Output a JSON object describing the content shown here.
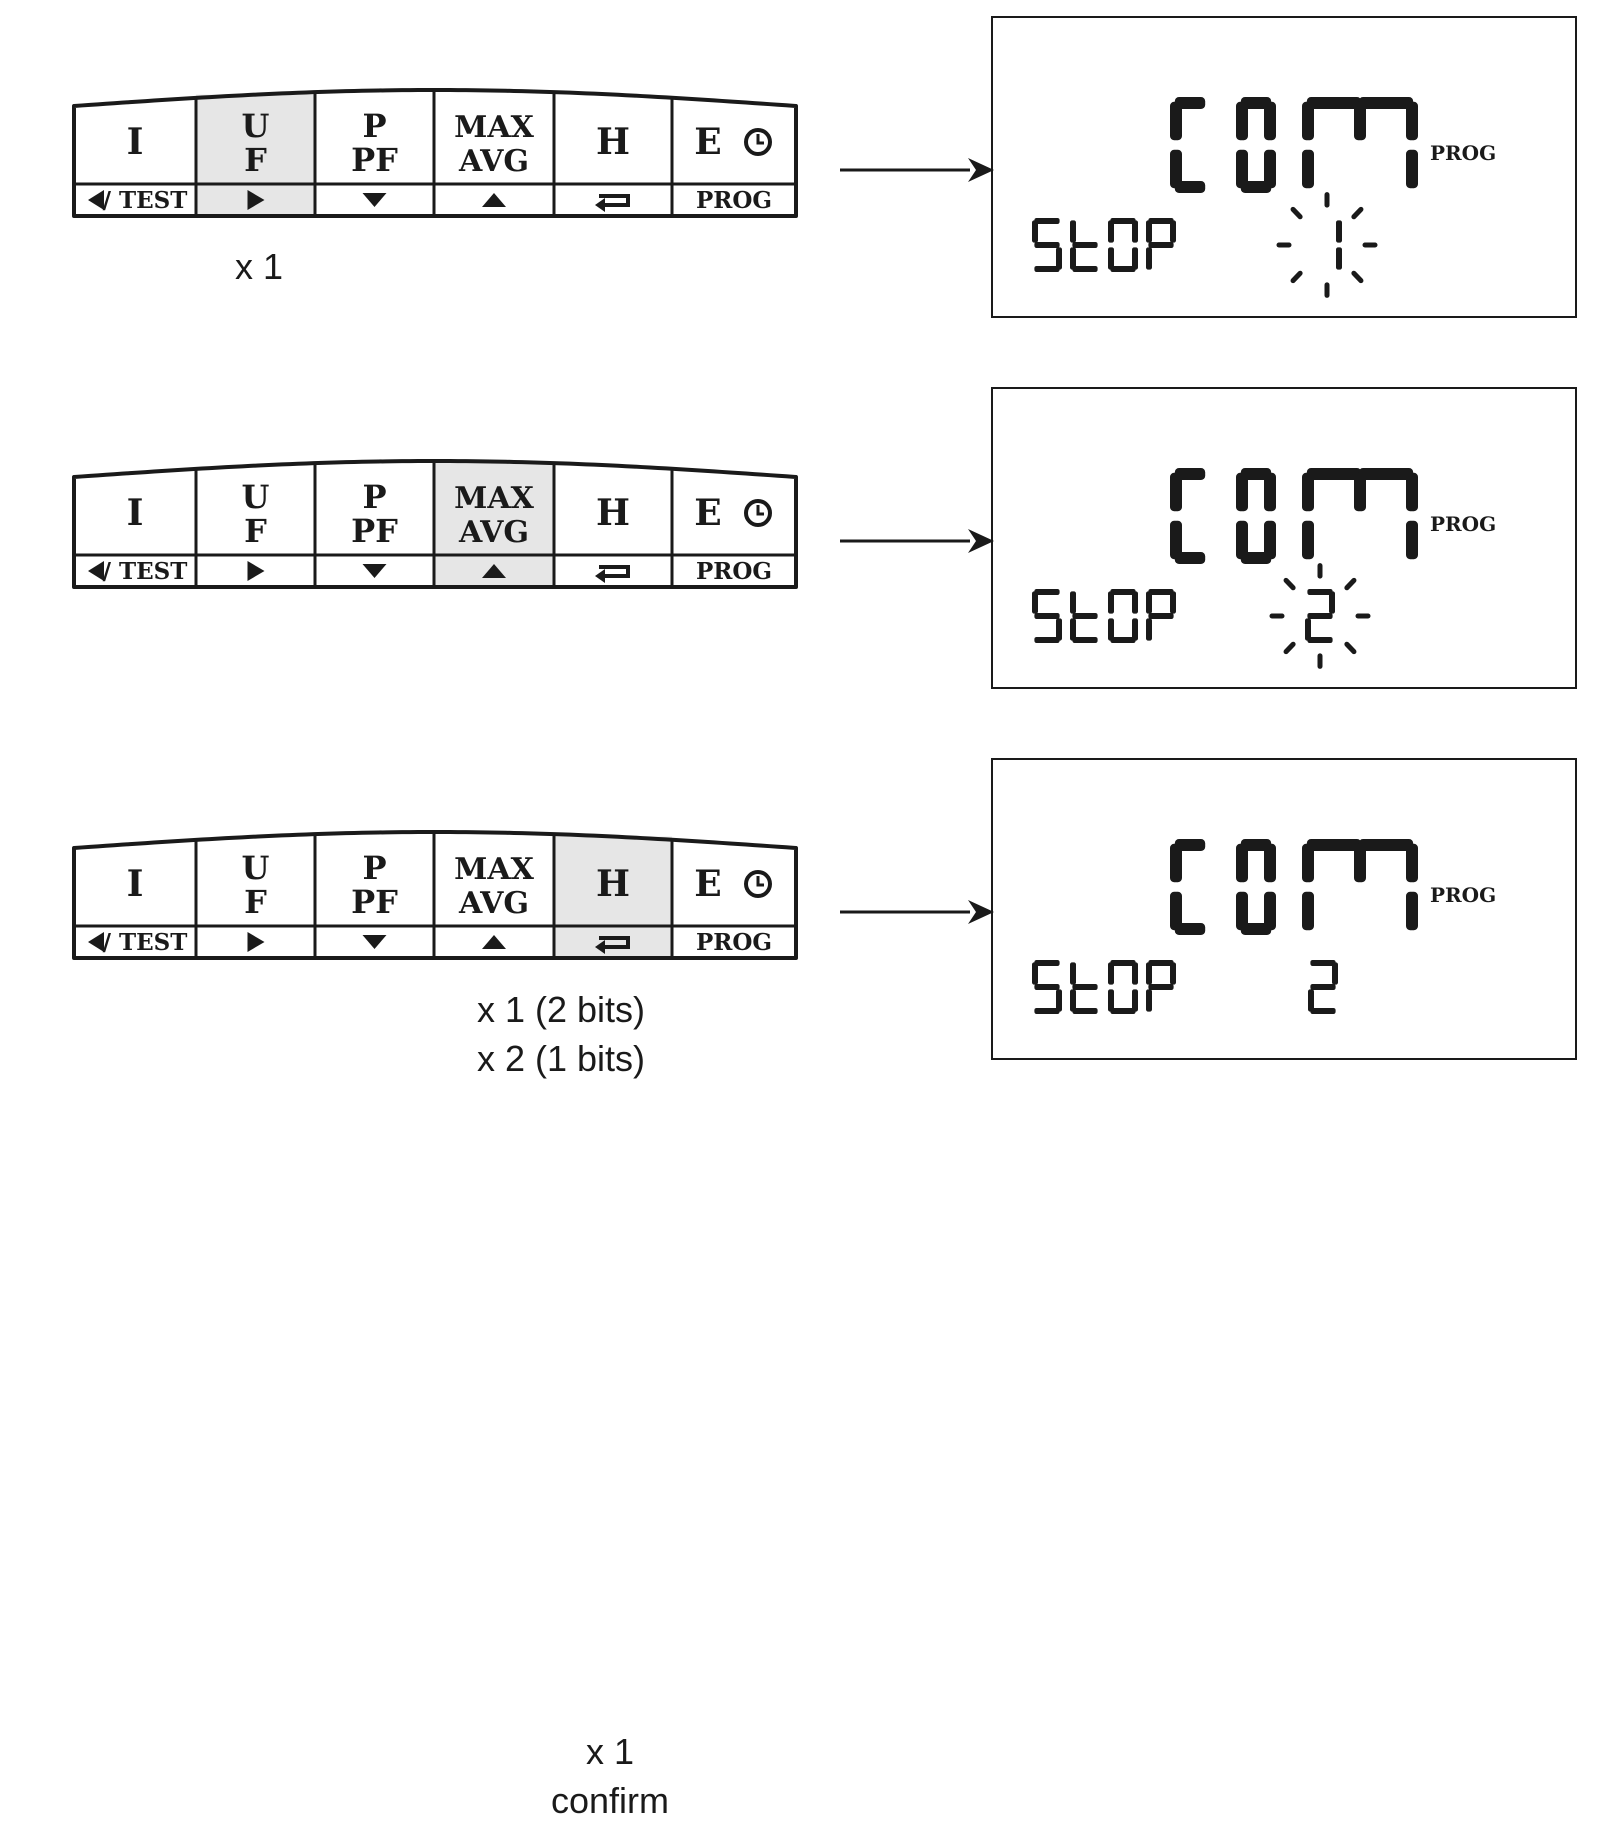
{
  "keypad": {
    "keys": [
      {
        "id": "i",
        "main": [
          "I"
        ],
        "sub": "/ TEST",
        "sub_icon": "triangle-left-icon"
      },
      {
        "id": "uf",
        "main": [
          "U",
          "F"
        ],
        "sub": "",
        "sub_icon": "triangle-right-icon"
      },
      {
        "id": "ppf",
        "main": [
          "P",
          "PF"
        ],
        "sub": "",
        "sub_icon": "triangle-down-icon"
      },
      {
        "id": "maxavg",
        "main": [
          "MAX",
          "AVG"
        ],
        "sub": "",
        "sub_icon": "triangle-up-icon"
      },
      {
        "id": "h",
        "main": [
          "H"
        ],
        "sub": "",
        "sub_icon": "enter-arrow-icon"
      },
      {
        "id": "e",
        "main": [
          "E"
        ],
        "sub": "PROG",
        "main_icon": "clock-icon"
      }
    ]
  },
  "steps": [
    {
      "highlight_key": 1,
      "press_lines": [
        "x 1"
      ],
      "lcd": {
        "top": "COM",
        "indicator": "PROG",
        "bottom_label": "STOP",
        "bottom_value": "1",
        "value_blinking": true
      }
    },
    {
      "highlight_key": 3,
      "press_lines": [
        "x 1 (2 bits)",
        "x 2 (1 bits)"
      ],
      "lcd": {
        "top": "COM",
        "indicator": "PROG",
        "bottom_label": "STOP",
        "bottom_value": "2",
        "value_blinking": true
      }
    },
    {
      "highlight_key": 4,
      "press_lines": [
        "x 1",
        "confirm"
      ],
      "lcd": {
        "top": "COM",
        "indicator": "PROG",
        "bottom_label": "STOP",
        "bottom_value": "2",
        "value_blinking": false
      }
    }
  ],
  "colors": {
    "ink": "#1a1a1a",
    "highlight": "#e6e6e6",
    "background": "#ffffff"
  }
}
